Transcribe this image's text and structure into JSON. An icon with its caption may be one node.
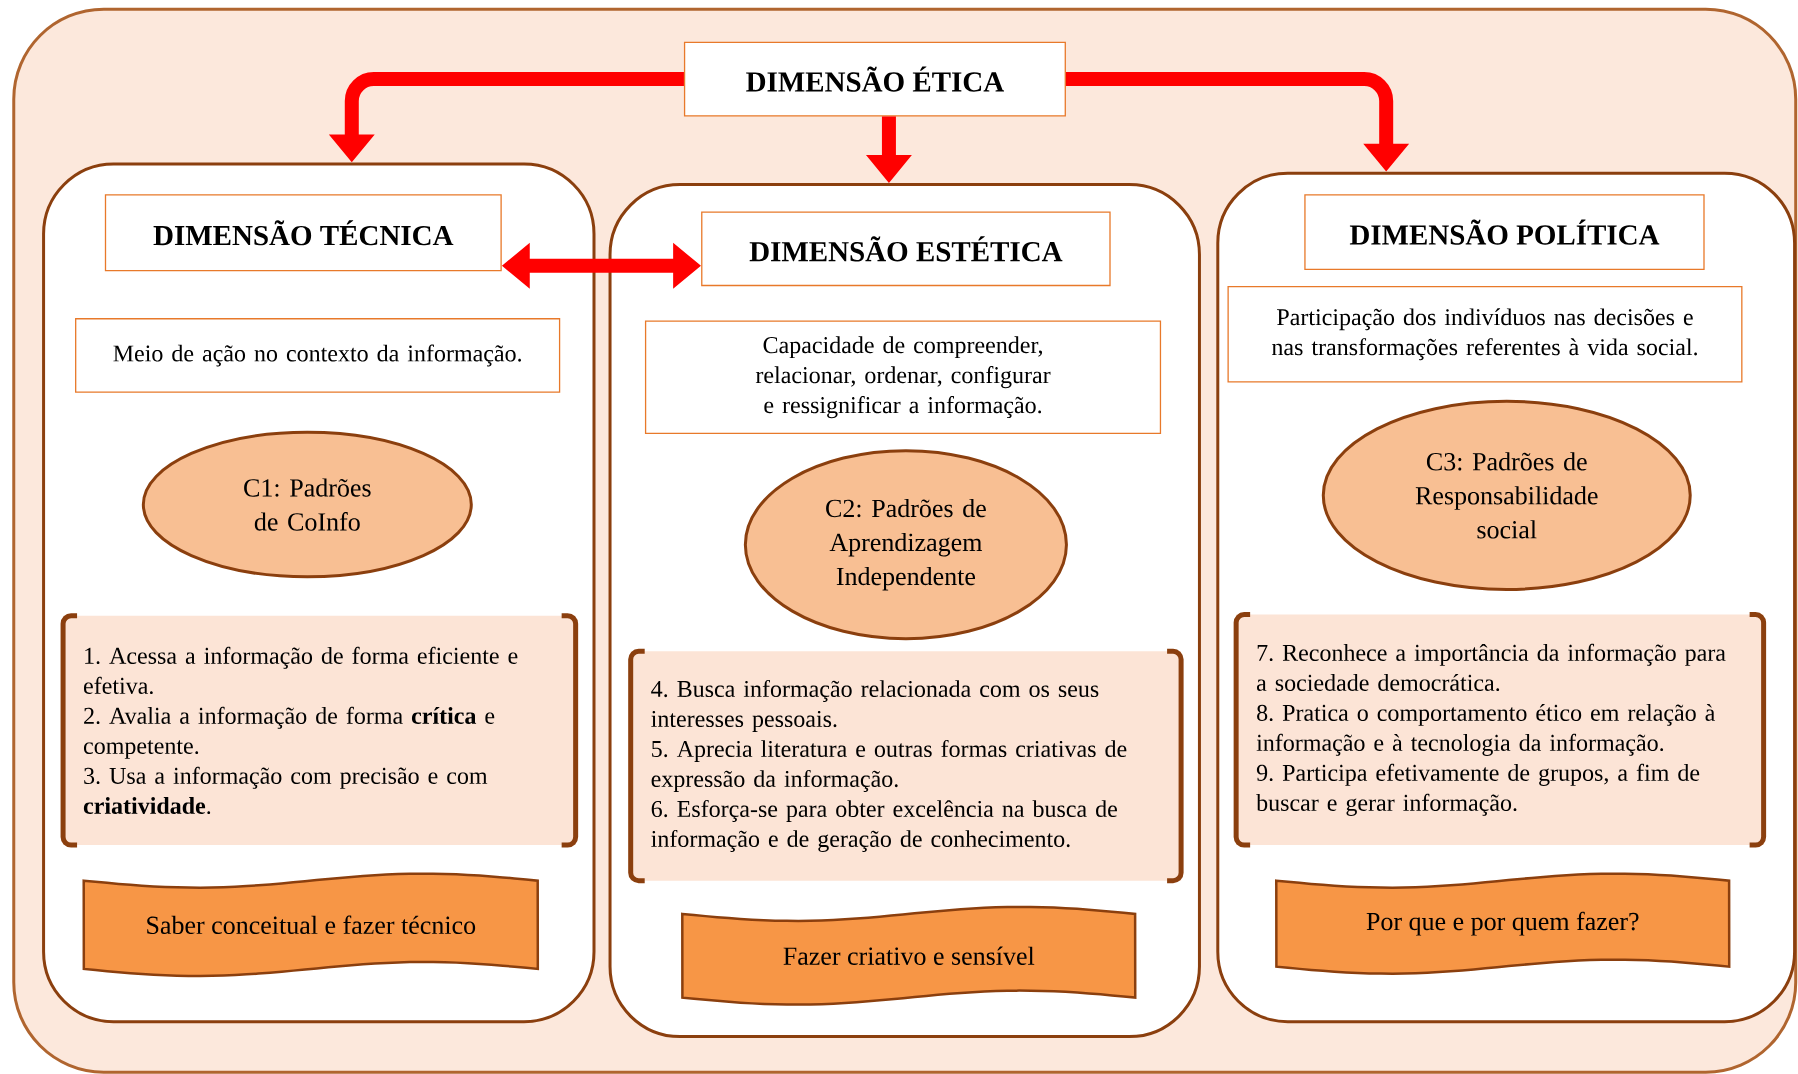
{
  "diagram": {
    "nodes": [
      {
        "text": [],
        "shape": "box"
      },
      {
        "text": [
          "DIMENSÃO ÉTICA"
        ],
        "in": 0
      },
      {
        "text": [],
        "shape": "box",
        "in": 0
      },
      {
        "text": [
          "DIMENSÃO TÉCNICA"
        ],
        "in": 2
      },
      {
        "text": [
          "Meio de ação no contexto da informação."
        ],
        "in": 2
      },
      {
        "text": [
          "C1: Padrões de CoInfo"
        ],
        "in": 2
      },
      {
        "text": [
          "1. Acessa a informação de forma eficiente e efetiva.",
          "2. Avalia a informação de forma **crítica** e competente.",
          "3. Usa a informação com precisão e com **criatividade**."
        ],
        "in": 2
      },
      {
        "text": [
          "Saber conceitual e fazer técnico"
        ],
        "in": 2
      },
      {
        "text": [],
        "shape": "box",
        "in": 0
      },
      {
        "text": [
          "DIMENSÃO ESTÉTICA"
        ],
        "in": 8
      },
      {
        "text": [
          "Capacidade de compreender, relacionar, ordenar, configurar e ressignificar a informação."
        ],
        "in": 8
      },
      {
        "text": [
          "C2: Padrões de Aprendizagem Independente"
        ],
        "in": 8
      },
      {
        "text": [
          "4. Busca informação relacionada com os seus interesses pessoais.",
          "5. Aprecia literatura e outras formas criativas de expressão da informação.",
          "6. Esforça-se para obter excelência na busca de informação e de geração de conhecimento."
        ],
        "in": 8
      },
      {
        "text": [
          "Fazer criativo e sensível"
        ],
        "in": 8
      },
      {
        "text": [],
        "shape": "box",
        "in": 0
      },
      {
        "text": [
          "DIMENSÃO POLÍTICA"
        ],
        "in": 14
      },
      {
        "text": [
          "Participação dos indivíduos nas decisões e nas transformações referentes à vida social."
        ],
        "in": 14
      },
      {
        "text": [
          "C3: Padrões de Responsabilidade social"
        ],
        "in": 14
      },
      {
        "text": [
          "7. Reconhece a importância da informação para a sociedade democrática.",
          "8. Pratica o comportamento ético em relação à informação e à tecnologia da informação.",
          "9. Participa efetivamente de grupos, a fim de buscar e gerar informação."
        ],
        "in": 14
      },
      {
        "text": [
          "Por que e por quem fazer?"
        ],
        "in": 14
      }
    ],
    "edges": [
      {
        "from": 1,
        "to": 2,
        "arrow": "to"
      },
      {
        "from": 1,
        "to": 8,
        "arrow": "to"
      },
      {
        "from": 1,
        "to": 14,
        "arrow": "to"
      },
      {
        "from": 3,
        "to": 9,
        "arrow": "both"
      }
    ]
  }
}
